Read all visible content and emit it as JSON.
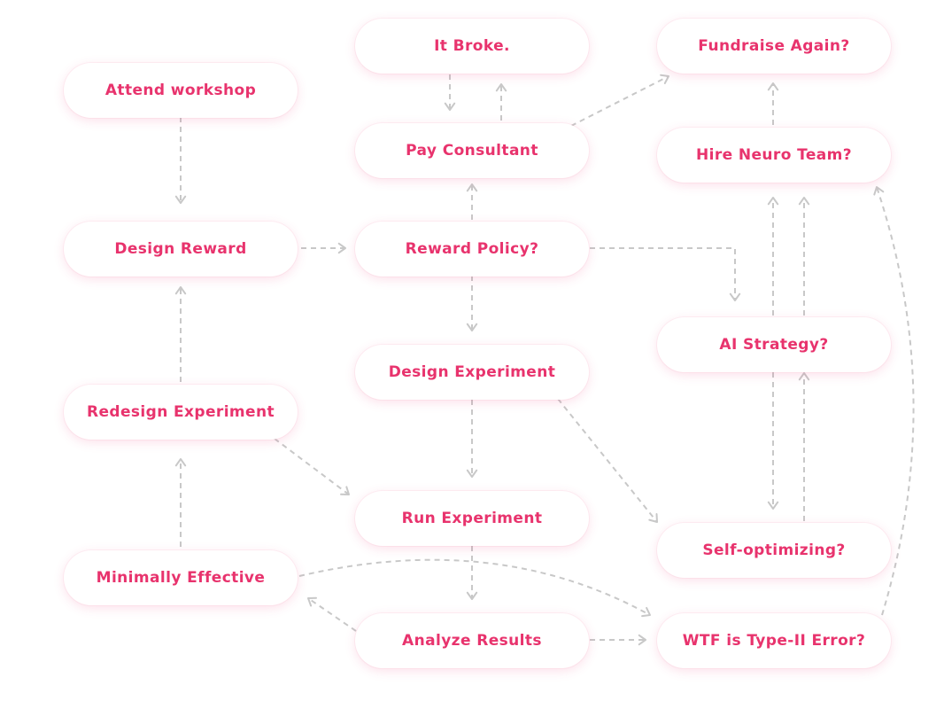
{
  "theme": {
    "label_color": "#e8336d",
    "edge_color": "#c8c8c8"
  },
  "nodes": {
    "attend_workshop": "Attend workshop",
    "design_reward": "Design Reward",
    "redesign_experiment": "Redesign Experiment",
    "minimally_effective": "Minimally Effective",
    "it_broke": "It Broke.",
    "pay_consultant": "Pay Consultant",
    "reward_policy": "Reward Policy?",
    "design_experiment": "Design Experiment",
    "run_experiment": "Run Experiment",
    "analyze_results": "Analyze Results",
    "fundraise_again": "Fundraise Again?",
    "hire_neuro_team": "Hire Neuro Team?",
    "ai_strategy": "AI Strategy?",
    "self_optimizing": "Self-optimizing?",
    "type_ii_error": "WTF is Type-II Error?"
  },
  "edges": [
    {
      "from": "attend_workshop",
      "to": "design_reward"
    },
    {
      "from": "design_reward",
      "to": "reward_policy"
    },
    {
      "from": "redesign_experiment",
      "to": "design_reward"
    },
    {
      "from": "redesign_experiment",
      "to": "run_experiment"
    },
    {
      "from": "minimally_effective",
      "to": "redesign_experiment"
    },
    {
      "from": "minimally_effective",
      "to": "type_ii_error"
    },
    {
      "from": "pay_consultant",
      "to": "it_broke"
    },
    {
      "from": "it_broke",
      "to": "pay_consultant"
    },
    {
      "from": "pay_consultant",
      "to": "fundraise_again"
    },
    {
      "from": "reward_policy",
      "to": "pay_consultant"
    },
    {
      "from": "reward_policy",
      "to": "design_experiment"
    },
    {
      "from": "reward_policy",
      "to": "ai_strategy"
    },
    {
      "from": "design_experiment",
      "to": "run_experiment"
    },
    {
      "from": "design_experiment",
      "to": "self_optimizing"
    },
    {
      "from": "run_experiment",
      "to": "analyze_results"
    },
    {
      "from": "analyze_results",
      "to": "minimally_effective"
    },
    {
      "from": "analyze_results",
      "to": "type_ii_error"
    },
    {
      "from": "hire_neuro_team",
      "to": "fundraise_again"
    },
    {
      "from": "ai_strategy",
      "to": "hire_neuro_team"
    },
    {
      "from": "ai_strategy",
      "to": "self_optimizing"
    },
    {
      "from": "self_optimizing",
      "to": "ai_strategy"
    },
    {
      "from": "self_optimizing",
      "to": "hire_neuro_team"
    },
    {
      "from": "type_ii_error",
      "to": "hire_neuro_team"
    }
  ]
}
